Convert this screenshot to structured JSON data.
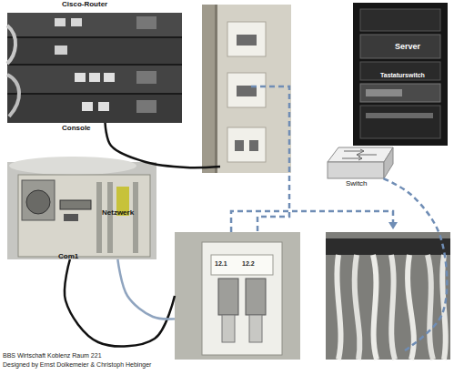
{
  "diagram": {
    "nodes": [
      {
        "text": [
          "Cisco-Router",
          "Console"
        ]
      },
      {
        "text": [
          "Server",
          "Tastaturswitch"
        ]
      },
      {
        "text": [
          "Switch"
        ]
      },
      {
        "text": [
          "Com1",
          "Netzwerk"
        ]
      },
      {
        "text": [
          "12.1",
          "12.2"
        ]
      }
    ],
    "edges": [
      {
        "from": 0,
        "to": 4,
        "arrow": "none"
      },
      {
        "from": 3,
        "to": 4,
        "arrow": "none"
      },
      {
        "from": 3,
        "to": 4,
        "arrow": "none"
      },
      {
        "from": 4,
        "to": 2,
        "arrow": "none"
      }
    ],
    "labels": [
      "BBS Wirtschaft Koblenz Raum 221",
      "Designed by Ernst Dolkemeier & Christoph Hebinger"
    ]
  }
}
